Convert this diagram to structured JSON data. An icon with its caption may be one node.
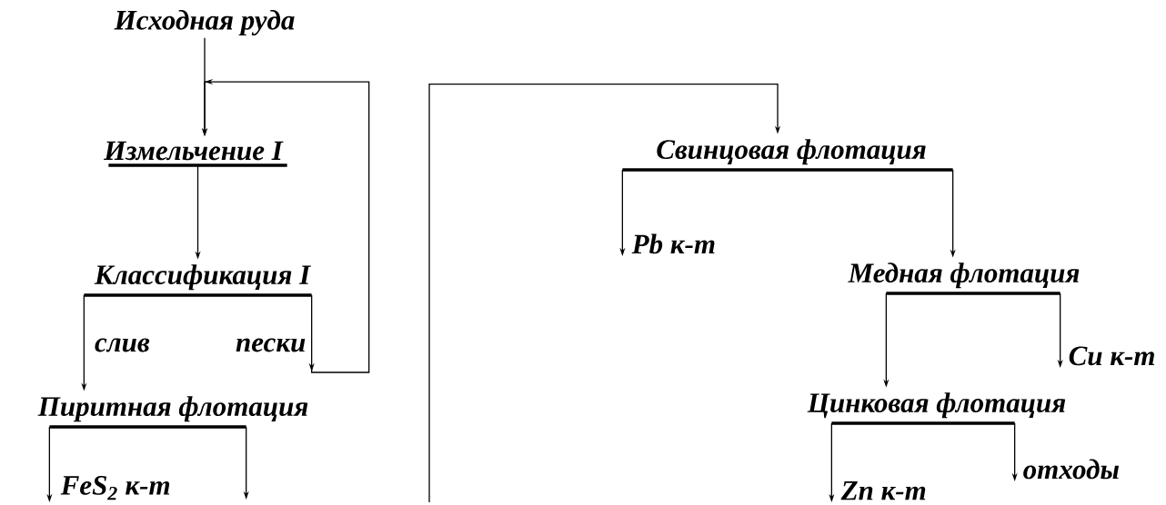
{
  "diagram": {
    "nodes": [
      {
        "text": [
          "Исходная руда"
        ]
      },
      {
        "text": [
          "Измельчение I"
        ]
      },
      {
        "text": [
          "Классификация I"
        ]
      },
      {
        "text": [
          "Пиритная флотация"
        ]
      },
      {
        "text": [
          "FeS$_{2}$ к-т"
        ]
      },
      {
        "text": [
          "Свинцовая флотация"
        ]
      },
      {
        "text": [
          "Pb к-т"
        ]
      },
      {
        "text": [
          "Медная флотация"
        ]
      },
      {
        "text": [
          "Cu к-т"
        ]
      },
      {
        "text": [
          "Цинковая флотация"
        ]
      },
      {
        "text": [
          "Zn к-т"
        ]
      },
      {
        "text": [
          "отходы"
        ]
      }
    ],
    "edges": [
      {
        "from": 0,
        "to": 1,
        "arrow": "to"
      },
      {
        "from": 1,
        "to": 2,
        "arrow": "to"
      },
      {
        "from": 2,
        "to": 3,
        "arrow": "to",
        "label": "слив"
      },
      {
        "from": 2,
        "to": 1,
        "arrow": "to",
        "label": "пески"
      },
      {
        "from": 3,
        "to": 4,
        "arrow": "to"
      },
      {
        "from": 3,
        "to": null,
        "arrow": "to"
      },
      {
        "from": null,
        "to": 5,
        "arrow": "to"
      },
      {
        "from": 5,
        "to": 6,
        "arrow": "to"
      },
      {
        "from": 5,
        "to": 7,
        "arrow": "to"
      },
      {
        "from": 7,
        "to": 9,
        "arrow": "to"
      },
      {
        "from": 7,
        "to": 8,
        "arrow": "to"
      },
      {
        "from": 9,
        "to": 10,
        "arrow": "to"
      },
      {
        "from": 9,
        "to": 11,
        "arrow": "to"
      }
    ]
  }
}
